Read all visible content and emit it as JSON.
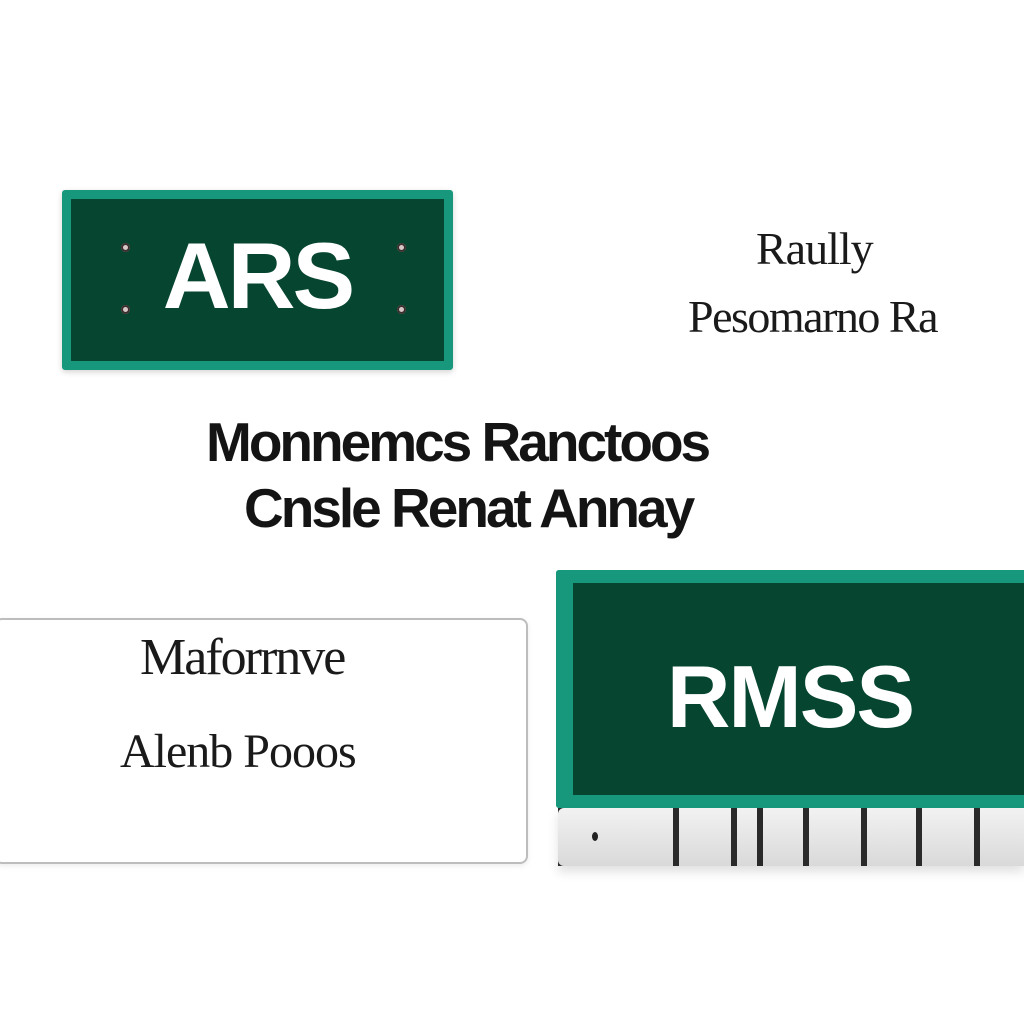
{
  "signs": {
    "ars": {
      "label": "ARS"
    },
    "rmss": {
      "label": "RMSS"
    }
  },
  "top_right": {
    "line_1": "Raully",
    "line_2": "Pesomarno Ra"
  },
  "headline": {
    "line_1": "Monnemcs Ranctoos",
    "line_2": "Cnsle Renat Annay"
  },
  "panel": {
    "line_1": "Maforrnve",
    "line_2": "Alenb Pooos"
  },
  "colors": {
    "sign_face": "#06452f",
    "sign_border": "#17987c",
    "text": "#141414",
    "background": "#ffffff"
  }
}
